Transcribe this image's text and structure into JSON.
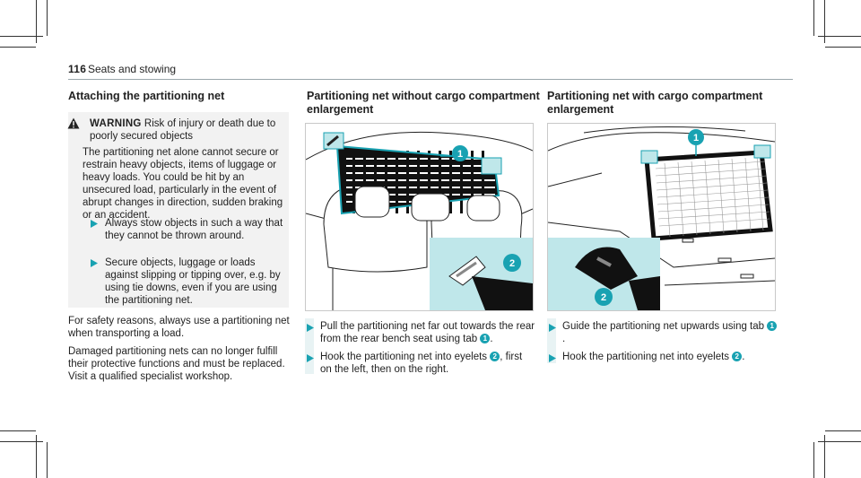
{
  "header": {
    "page_number": "116",
    "section": "Seats and stowing"
  },
  "col1": {
    "heading": "Attaching the partitioning net",
    "warning": {
      "label": "WARNING",
      "title": "Risk of injury or death due to poorly secured objects",
      "text": "The partitioning net alone cannot secure or restrain heavy objects, items of luggage or heavy loads. You could be hit by an unsecured load, partic­ularly in the event of abrupt changes in direction, sudden braking or an accident.",
      "bullets": [
        "Always stow objects in such a way that they cannot be thrown around.",
        "Secure objects, luggage or loads against slipping or tipping over, e.g. by using tie downs, even if you are using the partitioning net."
      ]
    },
    "para1": "For safety reasons, always use a partitioning net when transporting a load.",
    "para2": "Damaged partitioning nets can no longer fulfill their protective functions and must be replaced. Visit a qualified specialist workshop."
  },
  "col2": {
    "heading": "Partitioning net without cargo compartment enlargement",
    "steps": [
      {
        "pre": "Pull the partitioning net far out towards the rear from the rear bench seat using tab",
        "ref": "1",
        "post": "."
      },
      {
        "pre": "Hook the partitioning net into eyelets",
        "ref": "2",
        "post": ", first on the left, then on the right."
      }
    ]
  },
  "col3": {
    "heading": "Partitioning net with cargo compartment enlargement",
    "steps": [
      {
        "pre": "Guide the partitioning net upwards using tab",
        "ref": "1",
        "post": "."
      },
      {
        "pre": "Hook the partitioning net into eyelets",
        "ref": "2",
        "post": "."
      }
    ]
  },
  "figure_callouts": {
    "one": "1",
    "two": "2"
  },
  "colors": {
    "accent": "#19a2b2",
    "inset": "#bfe7ea",
    "warning_bg": "#f2f2f2"
  }
}
